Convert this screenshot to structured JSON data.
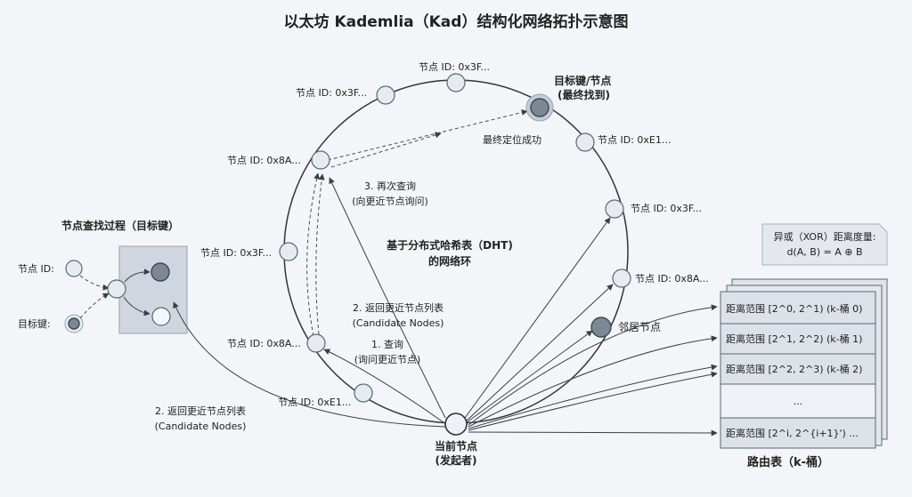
{
  "title": "以太坊 Kademlia（Kad）结构化网络拓扑示意图",
  "ring_label": [
    "基于分布式哈希表（DHT)",
    "的网络环"
  ],
  "lookup_panel": {
    "title": "节点查找过程（目标键）",
    "node_id_label": "节点 ID:",
    "target_key_label": "目标键:"
  },
  "ring_nodes": {
    "top1": "节点 ID: 0x3F...",
    "top2": "节点 ID: 0x3F...",
    "left1": "节点 ID: 0x8A...",
    "left2": "节点 ID: 0x3F...",
    "left3": "节点 ID: 0x8A...",
    "left4": "节点 ID: 0xE1...",
    "right1": "节点 ID: 0xE1...",
    "right2": "节点 ID: 0x3F...",
    "right3": "节点 ID: 0x8A..."
  },
  "target": [
    "目标键/节点",
    "(最终找到)"
  ],
  "found_label": "最终定位成功",
  "neighbor_label": "邻居节点",
  "current": [
    "当前节点",
    "(发起者)"
  ],
  "steps": {
    "query": [
      "1. 查询",
      "(询问更近节点)"
    ],
    "return_inner": [
      "2. 返回更近节点列表",
      "(Candidate Nodes)"
    ],
    "return_outer": [
      "2. 返回更近节点列表",
      "(Candidate Nodes)"
    ],
    "requery": [
      "3. 再次查询",
      "(向更近节点询问)"
    ]
  },
  "xor_note": [
    "异或（XOR）距离度量:",
    "d(A, B) = A ⊕ B"
  ],
  "routing_table": {
    "title": "路由表（k-桶）",
    "rows": [
      "距离范围 [2^0, 2^1) (k-桶 0)",
      "距离范围 [2^1, 2^2) (k-桶 1)",
      "距离范围 [2^2, 2^3) (k-桶 2)",
      "...",
      "距离范围 [2^i, 2^{i+1}') ..."
    ]
  }
}
